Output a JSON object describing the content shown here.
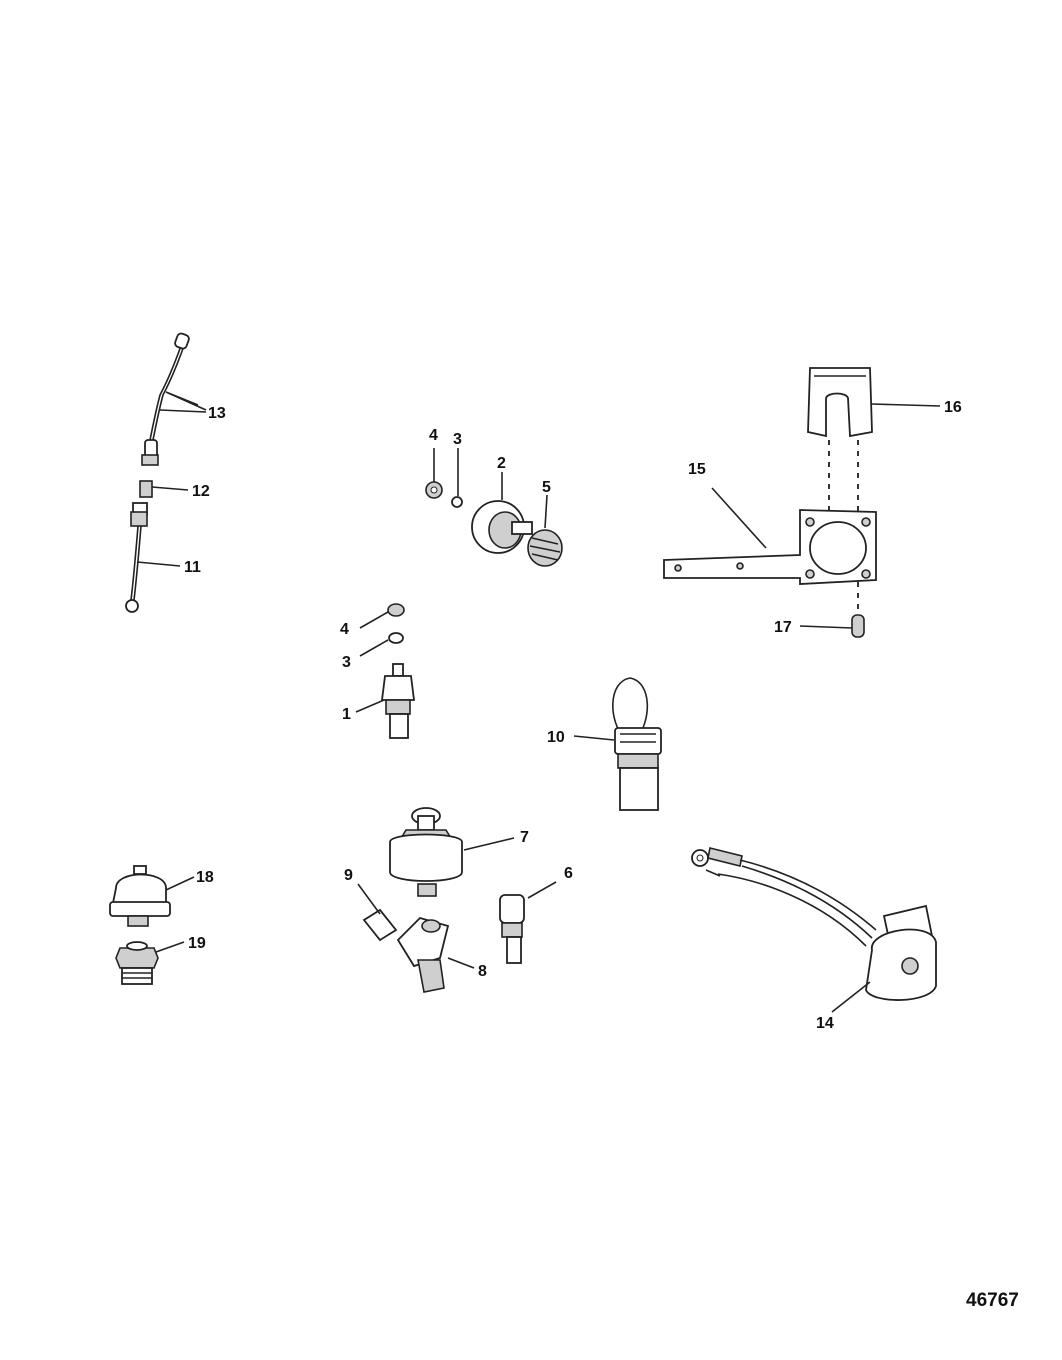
{
  "figure_number": "46767",
  "callouts": {
    "p1": "1",
    "p2": "2",
    "p3a": "3",
    "p3b": "3",
    "p4a": "4",
    "p4b": "4",
    "p5": "5",
    "p6": "6",
    "p7": "7",
    "p8": "8",
    "p9": "9",
    "p10": "10",
    "p11": "11",
    "p12": "12",
    "p13": "13",
    "p14": "14",
    "p15": "15",
    "p16": "16",
    "p17": "17",
    "p18": "18",
    "p19": "19"
  }
}
